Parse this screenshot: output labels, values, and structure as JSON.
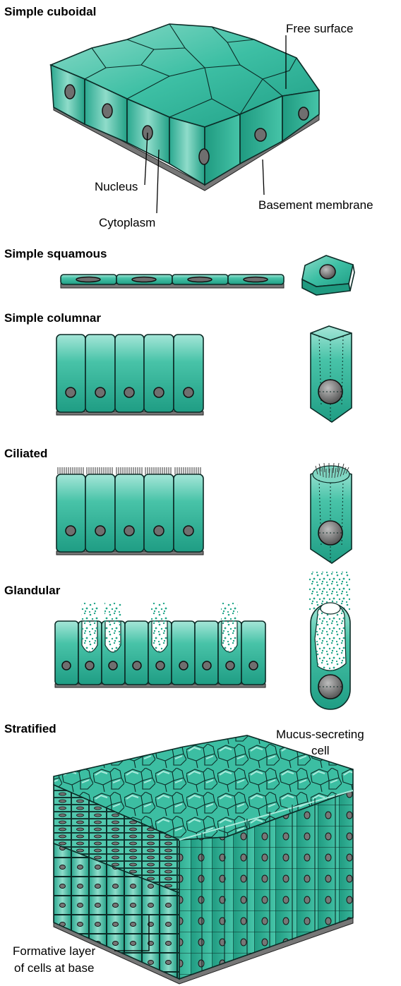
{
  "sections": {
    "simple_cuboidal": "Simple cuboidal",
    "simple_squamous": "Simple squamous",
    "simple_columnar": "Simple columnar",
    "ciliated": "Ciliated",
    "glandular": "Glandular",
    "stratified": "Stratified"
  },
  "labels": {
    "free_surface": "Free surface",
    "nucleus": "Nucleus",
    "cytoplasm": "Cytoplasm",
    "basement_membrane": "Basement membrane",
    "mucus_line1": "Mucus-secreting",
    "mucus_line2": "cell",
    "formative_line1": "Formative layer",
    "formative_line2": "of cells at base"
  },
  "colors": {
    "cell_fill": "#2fb39a",
    "cell_light": "#9fe3d4",
    "cell_dark": "#178a73",
    "outline": "#0b2b26",
    "nucleus": "#6f6f6f",
    "basement": "#777777"
  }
}
